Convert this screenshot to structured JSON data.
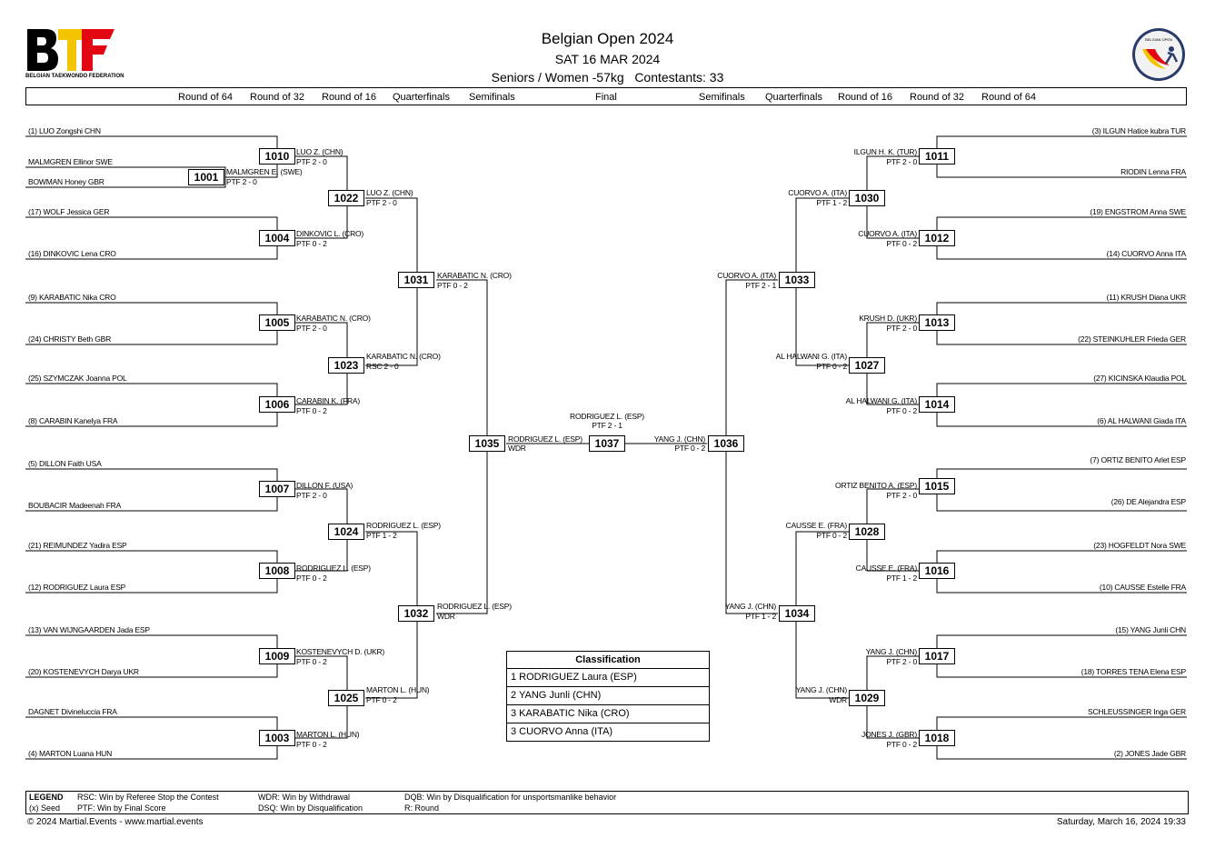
{
  "header": {
    "title": "Belgian Open 2024",
    "date": "SAT 16 MAR 2024",
    "division": "Seniors / Women -57kg",
    "contestants": "Contestants: 33"
  },
  "logo_left": {
    "letters": "BTF",
    "caption": "BELGIAN TAEKWONDO FEDERATION",
    "colors": [
      "#000000",
      "#f5c400",
      "#e30613"
    ]
  },
  "logo_right": {
    "caption": "BELGIAN OPEN"
  },
  "rounds": [
    "Round of 64",
    "Round of 32",
    "Round of 16",
    "Quarterfinals",
    "Semifinals",
    "Final",
    "Semifinals",
    "Quarterfinals",
    "Round of 16",
    "Round of 32",
    "Round of 64"
  ],
  "entrants_left": [
    "(1) LUO Zongshi CHN",
    "MALMGREN Ellinor SWE",
    "BOWMAN Honey GBR",
    "(17) WOLF Jessica GER",
    "(16) DINKOVIC Lena CRO",
    "(9) KARABATIC Nika CRO",
    "(24) CHRISTY Beth GBR",
    "(25) SZYMCZAK Joanna POL",
    "(8) CARABIN Kanelya FRA",
    "(5) DILLON Faith USA",
    "BOUBACIR Madeenah FRA",
    "(21) REIMUNDEZ Yadira ESP",
    "(12) RODRIGUEZ Laura ESP",
    "(13) VAN WIJNGAARDEN Jada ESP",
    "(20) KOSTENEVYCH Darya UKR",
    "DAGNET Divineluccia FRA",
    "(4) MARTON Luana HUN"
  ],
  "entrants_right": [
    "(3) ILGUN Hatice kubra TUR",
    "RIODIN Lenna FRA",
    "(19) ENGSTROM Anna SWE",
    "(14) CUORVO Anna ITA",
    "(11) KRUSH Diana UKR",
    "(22) STEINKUHLER Frieda GER",
    "(27) KICINSKA Klaudia POL",
    "(6) AL HALWANI Giada ITA",
    "(7) ORTIZ BENITO Arlet ESP",
    "(26) DE Alejandra ESP",
    "(23) HOGFELDT Nora SWE",
    "(10) CAUSSE Estelle FRA",
    "(15) YANG Junli CHN",
    "(18) TORRES TENA Elena ESP",
    "SCHLEUSSINGER Inga GER",
    "(2) JONES Jade GBR"
  ],
  "matches": [
    {
      "id": "1001",
      "winner": "MALMGREN E. (SWE)",
      "score": "PTF 2 - 0"
    },
    {
      "id": "1010",
      "winner": "LUO Z. (CHN)",
      "score": "PTF 2 - 0"
    },
    {
      "id": "1004",
      "winner": "DINKOVIC L. (CRO)",
      "score": "PTF 0 - 2"
    },
    {
      "id": "1005",
      "winner": "KARABATIC N. (CRO)",
      "score": "PTF 2 - 0"
    },
    {
      "id": "1006",
      "winner": "CARABIN K. (FRA)",
      "score": "PTF 0 - 2"
    },
    {
      "id": "1007",
      "winner": "DILLON F. (USA)",
      "score": "PTF 2 - 0"
    },
    {
      "id": "1008",
      "winner": "RODRIGUEZ L. (ESP)",
      "score": "PTF 0 - 2"
    },
    {
      "id": "1009",
      "winner": "KOSTENEVYCH D. (UKR)",
      "score": "PTF 0 - 2"
    },
    {
      "id": "1003",
      "winner": "MARTON L. (HUN)",
      "score": "PTF 0 - 2"
    },
    {
      "id": "1022",
      "winner": "LUO Z. (CHN)",
      "score": "PTF 2 - 0"
    },
    {
      "id": "1023",
      "winner": "KARABATIC N. (CRO)",
      "score": "RSC 2 - 0"
    },
    {
      "id": "1024",
      "winner": "RODRIGUEZ L. (ESP)",
      "score": "PTF 1 - 2"
    },
    {
      "id": "1025",
      "winner": "MARTON L. (HUN)",
      "score": "PTF 0 - 2"
    },
    {
      "id": "1031",
      "winner": "KARABATIC N. (CRO)",
      "score": "PTF 0 - 2"
    },
    {
      "id": "1032",
      "winner": "RODRIGUEZ L. (ESP)",
      "score": "WDR"
    },
    {
      "id": "1035",
      "winner": "RODRIGUEZ L. (ESP)",
      "score": "WDR"
    },
    {
      "id": "1037",
      "winner": "RODRIGUEZ L. (ESP)",
      "score": "PTF 2 - 1"
    },
    {
      "id": "1036",
      "winner": "YANG J. (CHN)",
      "score": "PTF 0 - 2"
    },
    {
      "id": "1033",
      "winner": "CUORVO A. (ITA)",
      "score": "PTF 2 - 1"
    },
    {
      "id": "1034",
      "winner": "YANG J. (CHN)",
      "score": "PTF 1 - 2"
    },
    {
      "id": "1030",
      "winner": "CUORVO A. (ITA)",
      "score": "PTF 1 - 2"
    },
    {
      "id": "1027",
      "winner": "AL HALWANI G. (ITA)",
      "score": "PTF 0 - 2"
    },
    {
      "id": "1028",
      "winner": "CAUSSE E. (FRA)",
      "score": "PTF 0 - 2"
    },
    {
      "id": "1029",
      "winner": "YANG J. (CHN)",
      "score": "WDR"
    },
    {
      "id": "1011",
      "winner": "ILGUN H. K. (TUR)",
      "score": "PTF 2 - 0"
    },
    {
      "id": "1012",
      "winner": "CUORVO A. (ITA)",
      "score": "PTF 0 - 2"
    },
    {
      "id": "1013",
      "winner": "KRUSH D. (UKR)",
      "score": "PTF 2 - 0"
    },
    {
      "id": "1014",
      "winner": "AL HALWANI G. (ITA)",
      "score": "PTF 0 - 2"
    },
    {
      "id": "1015",
      "winner": "ORTIZ BENITO A. (ESP)",
      "score": "PTF 2 - 0"
    },
    {
      "id": "1016",
      "winner": "CAUSSE E. (FRA)",
      "score": "PTF 1 - 2"
    },
    {
      "id": "1017",
      "winner": "YANG J. (CHN)",
      "score": "PTF 2 - 0"
    },
    {
      "id": "1018",
      "winner": "JONES J. (GBR)",
      "score": "PTF 0 - 2"
    }
  ],
  "classification": {
    "title": "Classification",
    "rows": [
      "1  RODRIGUEZ Laura (ESP)",
      "2  YANG Junli (CHN)",
      "3  KARABATIC Nika (CRO)",
      "3  CUORVO Anna (ITA)"
    ]
  },
  "legend": {
    "title": "LEGEND",
    "seed": "(x) Seed",
    "rsc": "RSC: Win by Referee Stop the Contest",
    "ptf": "PTF: Win by Final Score",
    "wdr": "WDR: Win by Withdrawal",
    "dsq": "DSQ: Win by Disqualification",
    "dqb": "DQB: Win by Disqualification for unsportsmanlike behavior",
    "r": "R: Round"
  },
  "footer": {
    "copyright": "© 2024 Martial.Events - www.martial.events",
    "timestamp": "Saturday, March 16, 2024 19:33"
  }
}
